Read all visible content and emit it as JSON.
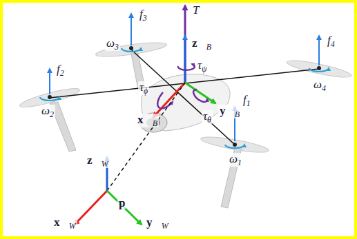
{
  "diagram": {
    "labels": [
      "f3",
      "T",
      "z⃗B",
      "f2",
      "ω3",
      "f4",
      "τψ",
      "ω2",
      "y⃗B",
      "ω4",
      "τϕ",
      "x⃗B",
      "τθ",
      "f1",
      "z⃗W",
      "p",
      "ω1",
      "x⃗W",
      "y⃗W"
    ]
  }
}
